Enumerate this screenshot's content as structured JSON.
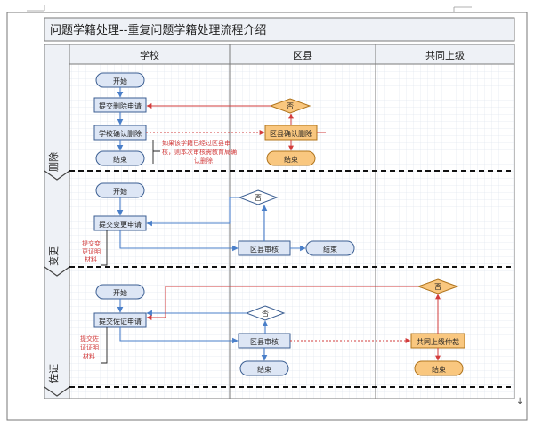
{
  "title": "问题学籍处理--重复问题学籍处理流程介绍",
  "columns": [
    "学校",
    "区县",
    "共同上级"
  ],
  "lanes": [
    "删除",
    "变更",
    "佐证"
  ],
  "nodes": {
    "start1": "开始",
    "submit_delete": "提交删除申请",
    "school_confirm": "学校确认删除",
    "end1": "结束",
    "no1": "否",
    "county_confirm": "区县确认删除",
    "end1b": "结束",
    "start2": "开始",
    "submit_change": "提交变更申请",
    "no2": "否",
    "county_review2": "区县审核",
    "end2": "结束",
    "start3": "开始",
    "submit_evidence": "提交佐证申请",
    "no3": "否",
    "county_review3": "区县审核",
    "end3": "结束",
    "no4": "否",
    "arbitrate": "共同上级仲裁",
    "end4": "结束"
  },
  "notes": {
    "delete_note": [
      "如果该学籍已经过区县审",
      "核，则本次审核需教育局确",
      "认删除"
    ],
    "change_note": [
      "提交变",
      "更证明",
      "材料"
    ],
    "evidence_note": [
      "提交佐",
      "证证明",
      "材料"
    ]
  },
  "corner_mark": "↓",
  "colors": {
    "grid": "#c9d3e3",
    "lane_border": "#8a8a8a",
    "blue_fill": "#dde6f5",
    "orange_fill": "#f9c77f",
    "blue_arrow": "#4a7fc9",
    "red_arrow": "#d23c3c",
    "note_red": "#d23c3c"
  }
}
